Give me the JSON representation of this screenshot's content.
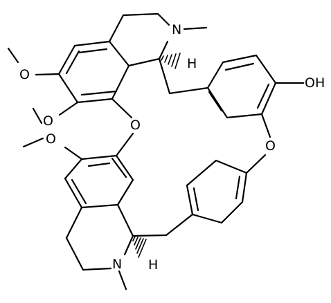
{
  "molecule": {
    "labels": {
      "n_top": "N",
      "n_bottom": "N",
      "h_top": "H",
      "h_bottom": "H",
      "oh": "OH",
      "o_bridge_left": "O",
      "o_bridge_right": "O",
      "o_methoxy_left_top": "O",
      "o_methoxy_left_mid": "O",
      "o_methoxy_left_low": "O"
    },
    "colors": {
      "ink": "#000000",
      "background": "#ffffff"
    }
  }
}
